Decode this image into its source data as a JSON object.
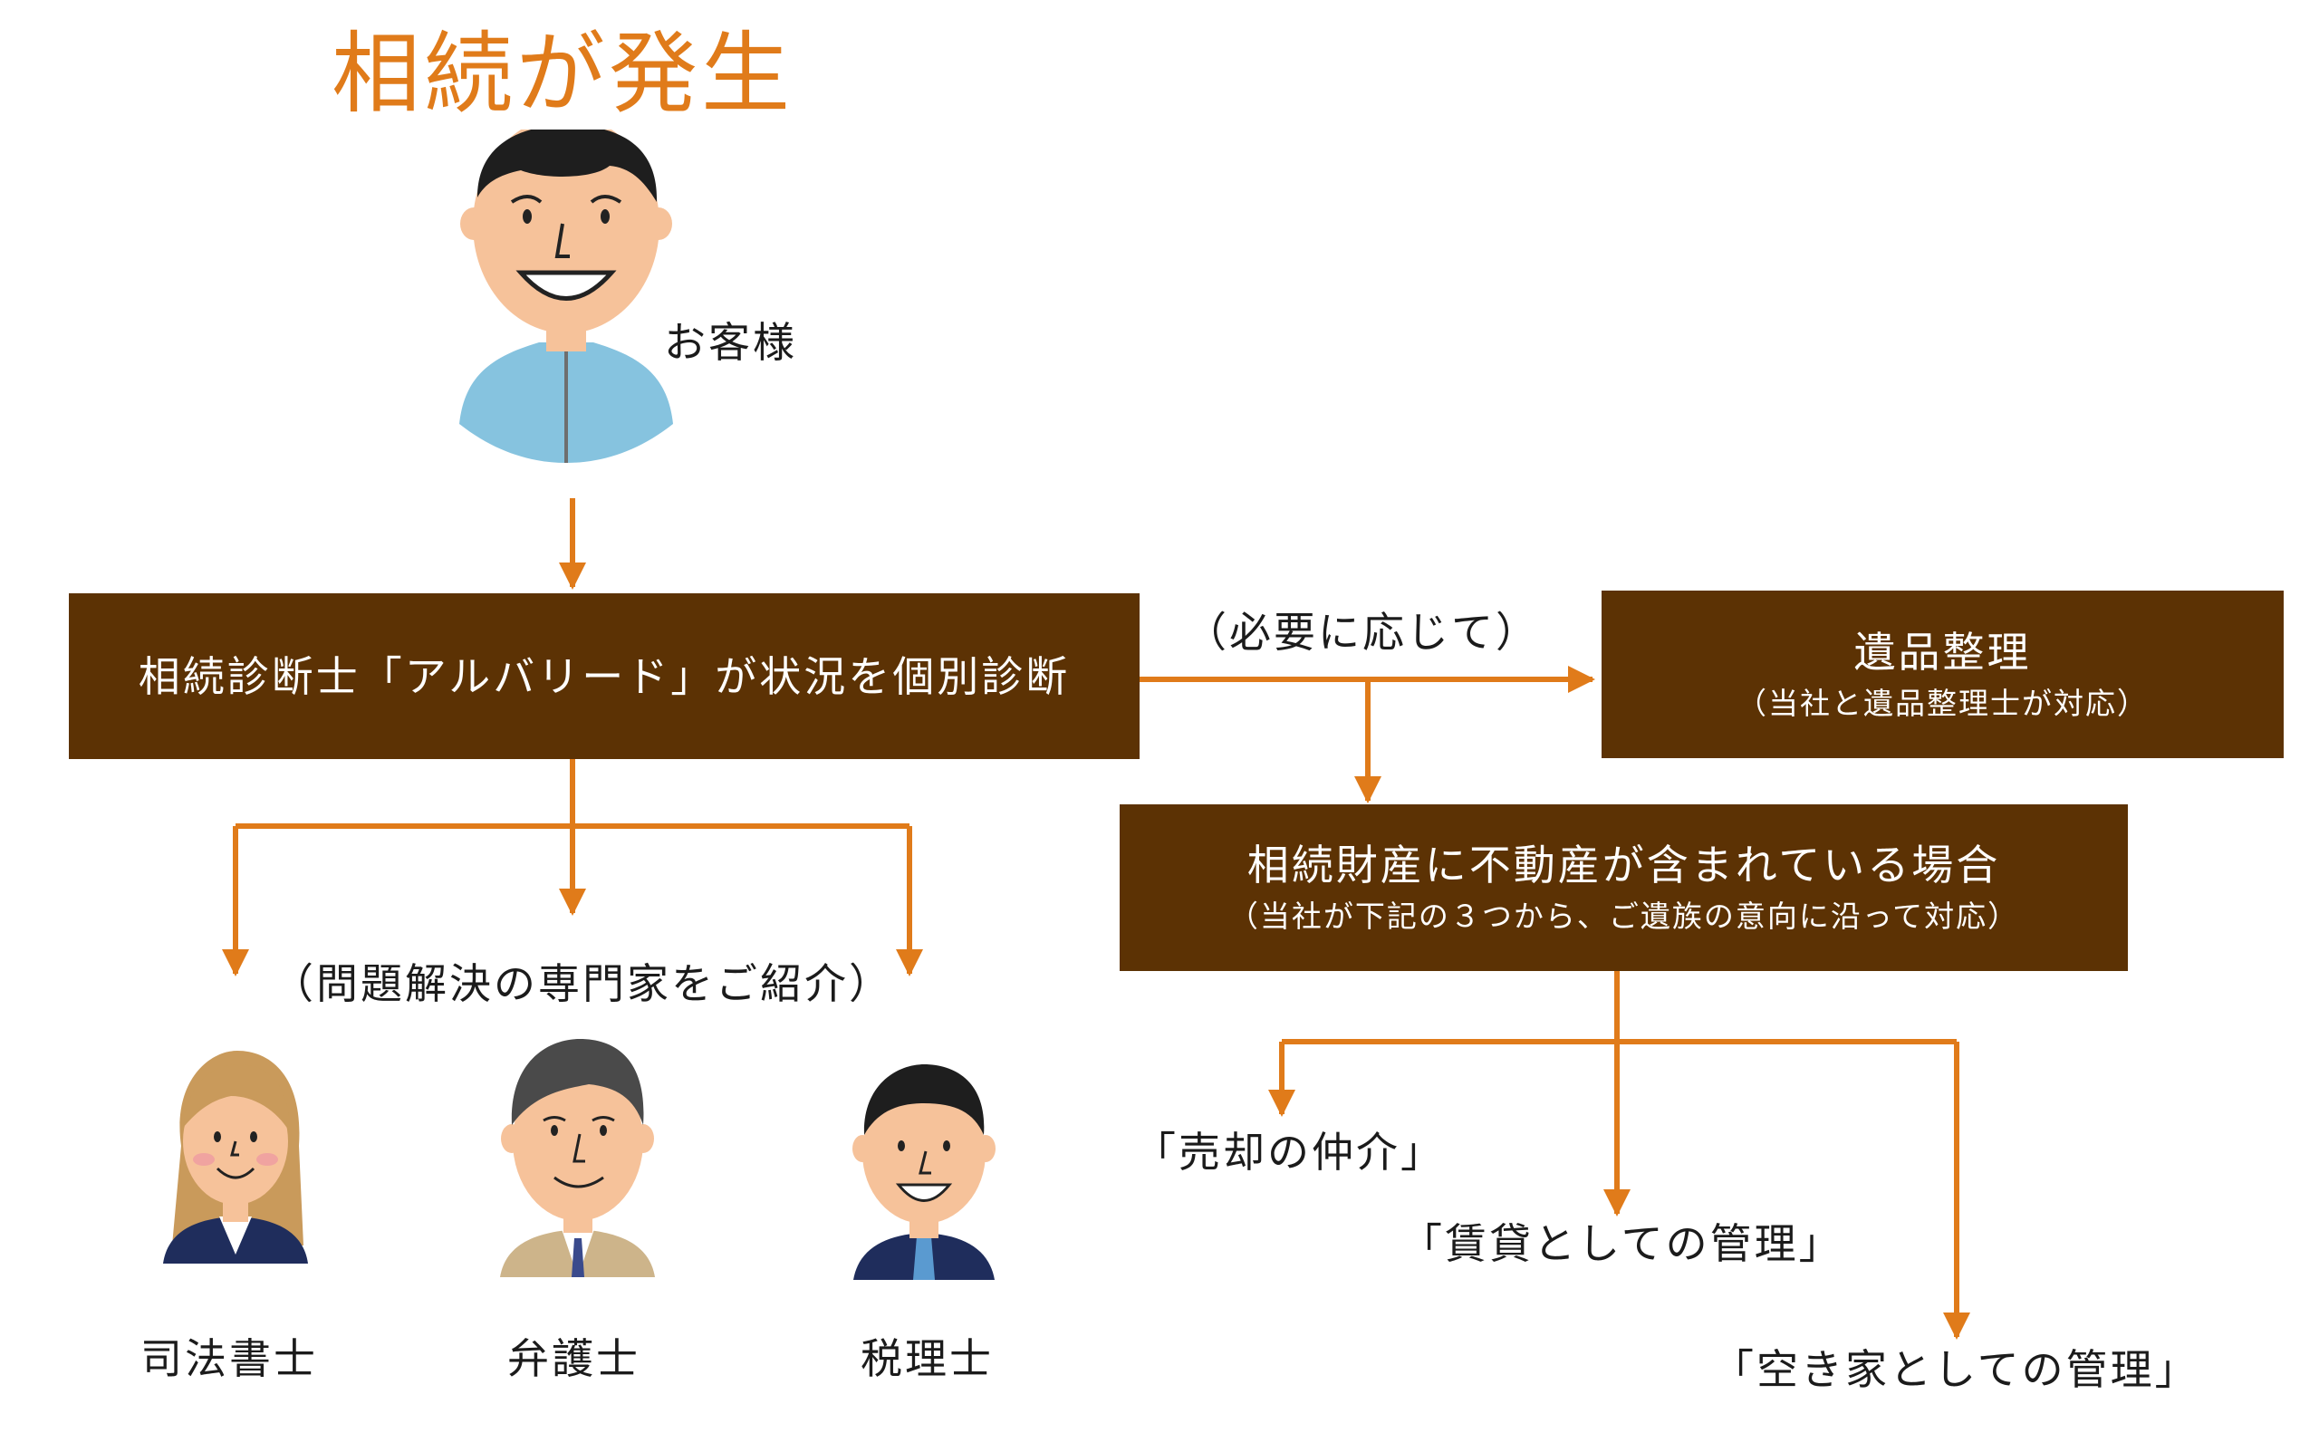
{
  "title": "相続が発生",
  "customer": {
    "label": "お客様"
  },
  "diagnosis_box": {
    "label": "相続診断士「アルバリード」が状況を個別診断"
  },
  "as_needed_label": "（必要に応じて）",
  "estate_box": {
    "title": "遺品整理",
    "subtitle": "（当社と遺品整理士が対応）"
  },
  "real_estate_box": {
    "title": "相続財産に不動産が含まれている場合",
    "subtitle": "（当社が下記の３つから、ご遺族の意向に沿って対応）"
  },
  "experts_caption": "（問題解決の専門家をご紹介）",
  "experts": [
    {
      "label": "司法書士"
    },
    {
      "label": "弁護士"
    },
    {
      "label": "税理士"
    }
  ],
  "options": [
    {
      "label": "「売却の仲介」"
    },
    {
      "label": "「賃貸としての管理」"
    },
    {
      "label": "「空き家としての管理」"
    }
  ],
  "colors": {
    "accent_orange": "#e07b1a",
    "box_brown": "#5c3204",
    "box_text": "#ffffff",
    "text": "#1b1b1b"
  }
}
